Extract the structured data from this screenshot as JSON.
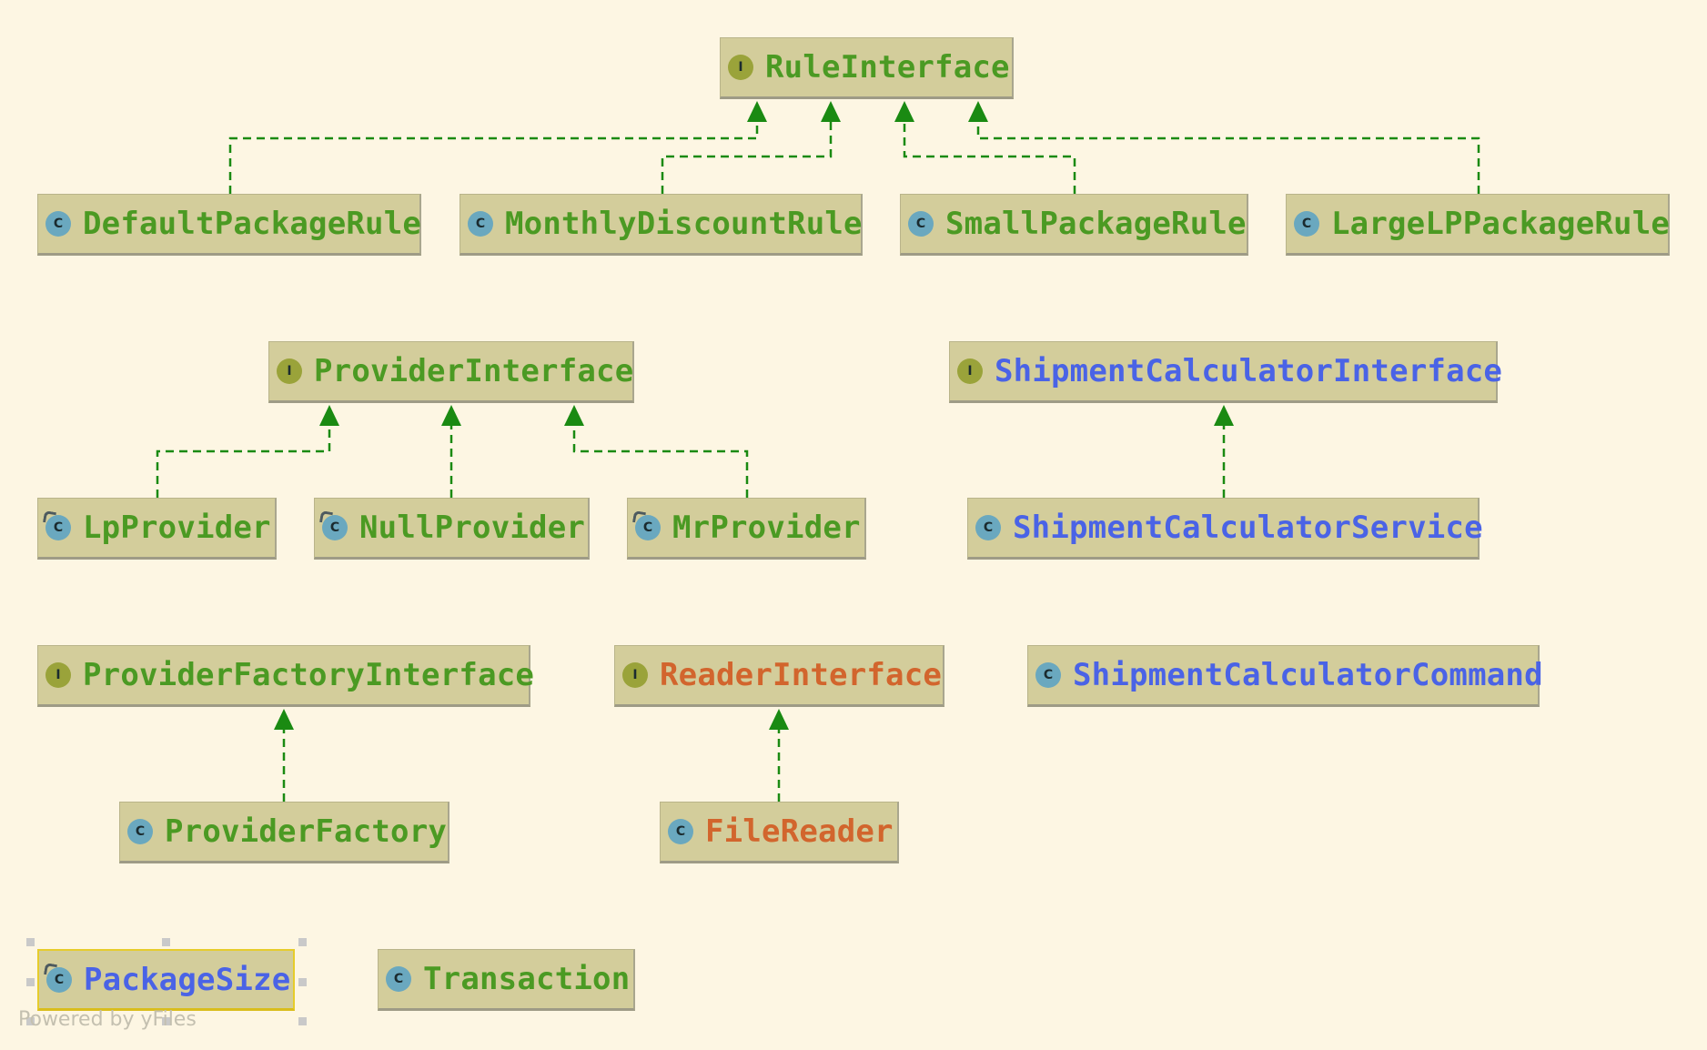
{
  "colors": {
    "background": "#fdf6e3",
    "node_fill": "#d3cd9b",
    "edge": "#1a8a12",
    "text_green": "#4b9a23",
    "text_blue": "#4a63e6",
    "text_orange": "#d2652d",
    "interface_badge": "#9aa33a",
    "class_badge": "#6aa8bf",
    "selection": "#e6cc2c"
  },
  "nodes": {
    "rule_interface": {
      "label": "RuleInterface",
      "kind": "interface",
      "badge": "I",
      "color": "green"
    },
    "default_package_rule": {
      "label": "DefaultPackageRule",
      "kind": "class",
      "badge": "C",
      "color": "green"
    },
    "monthly_discount_rule": {
      "label": "MonthlyDiscountRule",
      "kind": "class",
      "badge": "C",
      "color": "green"
    },
    "small_package_rule": {
      "label": "SmallPackageRule",
      "kind": "class",
      "badge": "C",
      "color": "green"
    },
    "large_lp_package_rule": {
      "label": "LargeLPPackageRule",
      "kind": "class",
      "badge": "C",
      "color": "green"
    },
    "provider_interface": {
      "label": "ProviderInterface",
      "kind": "interface",
      "badge": "I",
      "color": "green"
    },
    "lp_provider": {
      "label": "LpProvider",
      "kind": "class",
      "badge": "C",
      "color": "green",
      "final": true
    },
    "null_provider": {
      "label": "NullProvider",
      "kind": "class",
      "badge": "C",
      "color": "green",
      "final": true
    },
    "mr_provider": {
      "label": "MrProvider",
      "kind": "class",
      "badge": "C",
      "color": "green",
      "final": true
    },
    "shipment_calculator_interface": {
      "label": "ShipmentCalculatorInterface",
      "kind": "interface",
      "badge": "I",
      "color": "blue"
    },
    "shipment_calculator_service": {
      "label": "ShipmentCalculatorService",
      "kind": "class",
      "badge": "C",
      "color": "blue"
    },
    "provider_factory_interface": {
      "label": "ProviderFactoryInterface",
      "kind": "interface",
      "badge": "I",
      "color": "green"
    },
    "reader_interface": {
      "label": "ReaderInterface",
      "kind": "interface",
      "badge": "I",
      "color": "orange"
    },
    "shipment_calculator_command": {
      "label": "ShipmentCalculatorCommand",
      "kind": "class",
      "badge": "C",
      "color": "blue"
    },
    "provider_factory": {
      "label": "ProviderFactory",
      "kind": "class",
      "badge": "C",
      "color": "green"
    },
    "file_reader": {
      "label": "FileReader",
      "kind": "class",
      "badge": "C",
      "color": "orange"
    },
    "package_size": {
      "label": "PackageSize",
      "kind": "class",
      "badge": "C",
      "color": "blue",
      "final": true,
      "selected": true
    },
    "transaction": {
      "label": "Transaction",
      "kind": "class",
      "badge": "C",
      "color": "green"
    }
  },
  "edges": [
    {
      "from": "default_package_rule",
      "to": "rule_interface",
      "type": "implements"
    },
    {
      "from": "monthly_discount_rule",
      "to": "rule_interface",
      "type": "implements"
    },
    {
      "from": "small_package_rule",
      "to": "rule_interface",
      "type": "implements"
    },
    {
      "from": "large_lp_package_rule",
      "to": "rule_interface",
      "type": "implements"
    },
    {
      "from": "lp_provider",
      "to": "provider_interface",
      "type": "implements"
    },
    {
      "from": "null_provider",
      "to": "provider_interface",
      "type": "implements"
    },
    {
      "from": "mr_provider",
      "to": "provider_interface",
      "type": "implements"
    },
    {
      "from": "shipment_calculator_service",
      "to": "shipment_calculator_interface",
      "type": "implements"
    },
    {
      "from": "provider_factory",
      "to": "provider_factory_interface",
      "type": "implements"
    },
    {
      "from": "file_reader",
      "to": "reader_interface",
      "type": "implements"
    }
  ],
  "watermark": "Powered by yFiles"
}
